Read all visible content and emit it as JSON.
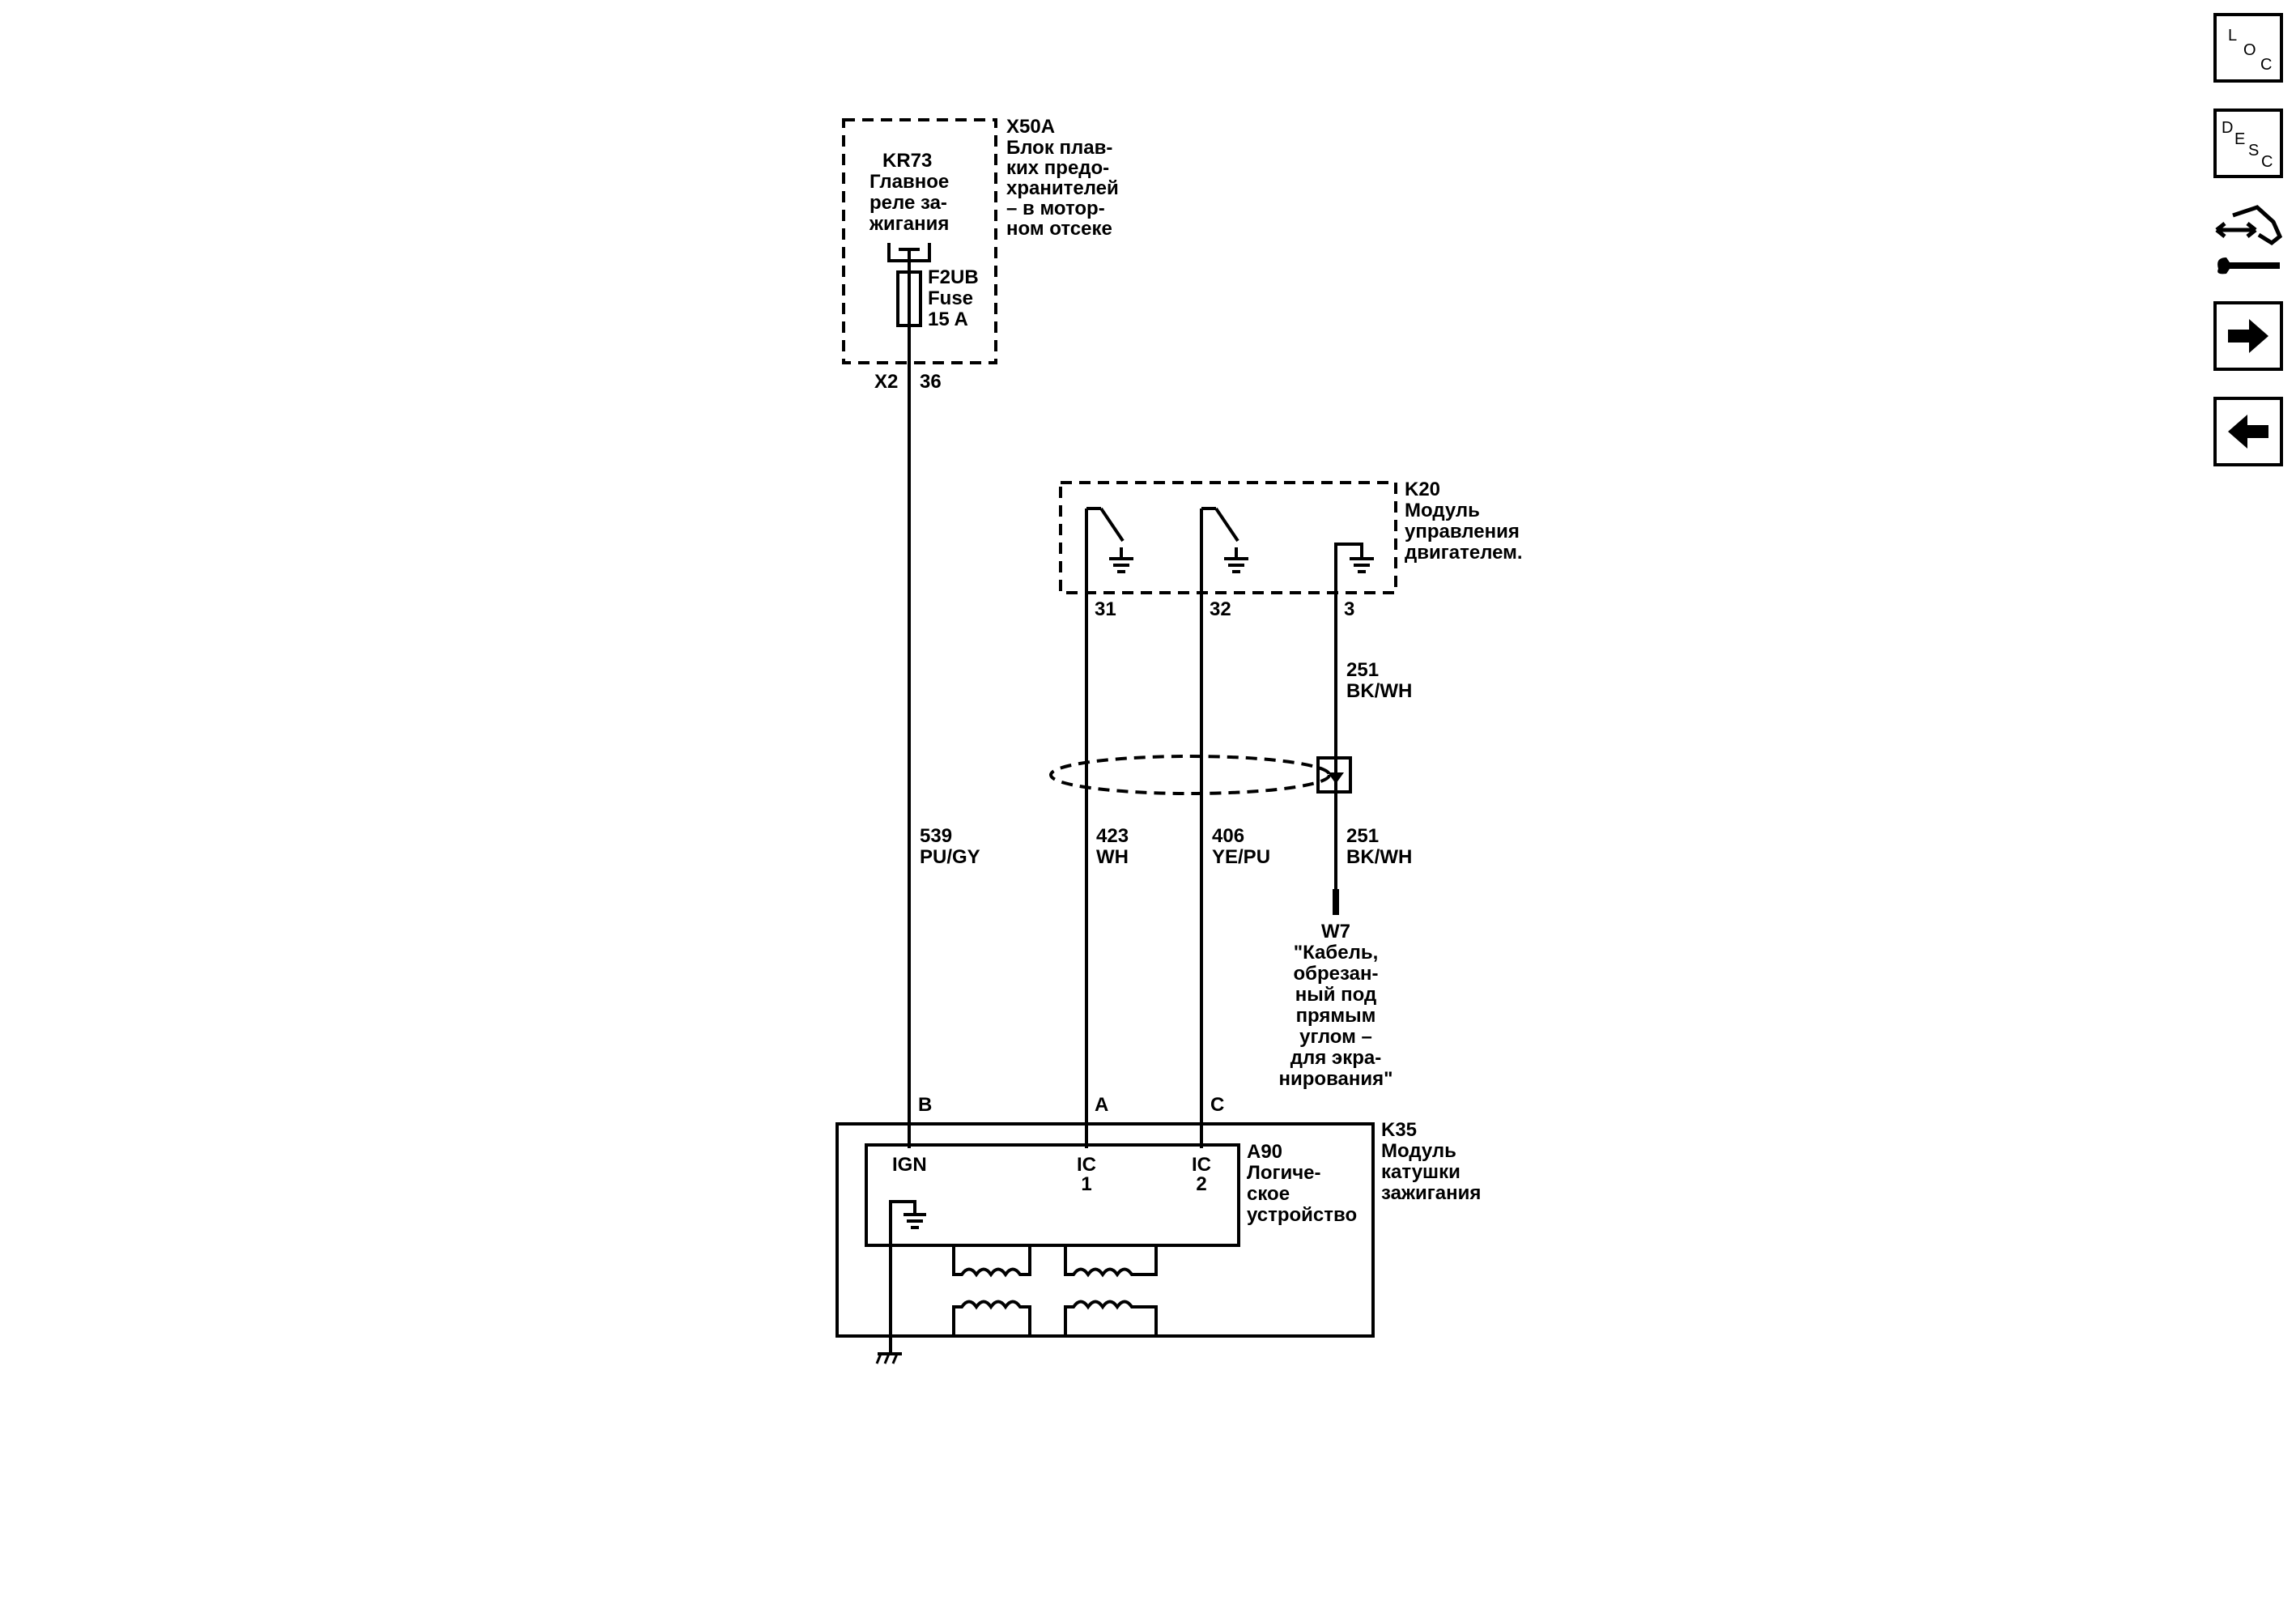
{
  "components": {
    "x50a": {
      "id": "X50A",
      "desc": [
        "Блок плав-",
        "ких предо-",
        "хранителей",
        "– в мотор-",
        "ном отсеке"
      ]
    },
    "kr73": {
      "id": "KR73",
      "desc": [
        "Главное",
        "реле за-",
        "жигания"
      ]
    },
    "fuse": {
      "id": "F2UB",
      "type": "Fuse",
      "rating": "15 A"
    },
    "k20": {
      "id": "K20",
      "desc": [
        "Модуль",
        "управления",
        "двигателем."
      ]
    },
    "k35": {
      "id": "K35",
      "desc": [
        "Модуль",
        "катушки",
        "зажигания"
      ]
    },
    "a90": {
      "id": "A90",
      "desc": [
        "Логиче-",
        "ское",
        "устройство"
      ],
      "ign": "IGN",
      "ic1": [
        "IC",
        "1"
      ],
      "ic2": [
        "IC",
        "2"
      ]
    },
    "w7": {
      "id": "W7",
      "desc": [
        "\"Кабель,",
        "обрезан-",
        "ный под",
        "прямым",
        "углом –",
        "для экра-",
        "нирования\""
      ]
    }
  },
  "pins": {
    "x2": "X2",
    "p36": "36",
    "p31": "31",
    "p32": "32",
    "p3": "3",
    "b": "B",
    "a": "A",
    "c": "C"
  },
  "wires": {
    "w539": {
      "circuit": "539",
      "color": "PU/GY"
    },
    "w423": {
      "circuit": "423",
      "color": "WH"
    },
    "w406": {
      "circuit": "406",
      "color": "YE/PU"
    },
    "w251_top": {
      "circuit": "251",
      "color": "BK/WH"
    },
    "w251_bottom": {
      "circuit": "251",
      "color": "BK/WH"
    }
  },
  "nav": {
    "loc": {
      "letters": [
        "L",
        "O",
        "C"
      ],
      "icon": "loc-icon"
    },
    "desc": {
      "letters": [
        "D",
        "E",
        "S",
        "C"
      ],
      "icon": "desc-icon"
    },
    "connector": {
      "icon": "connector-repair-icon"
    },
    "next": {
      "icon": "arrow-right-icon"
    },
    "prev": {
      "icon": "arrow-left-icon"
    }
  }
}
